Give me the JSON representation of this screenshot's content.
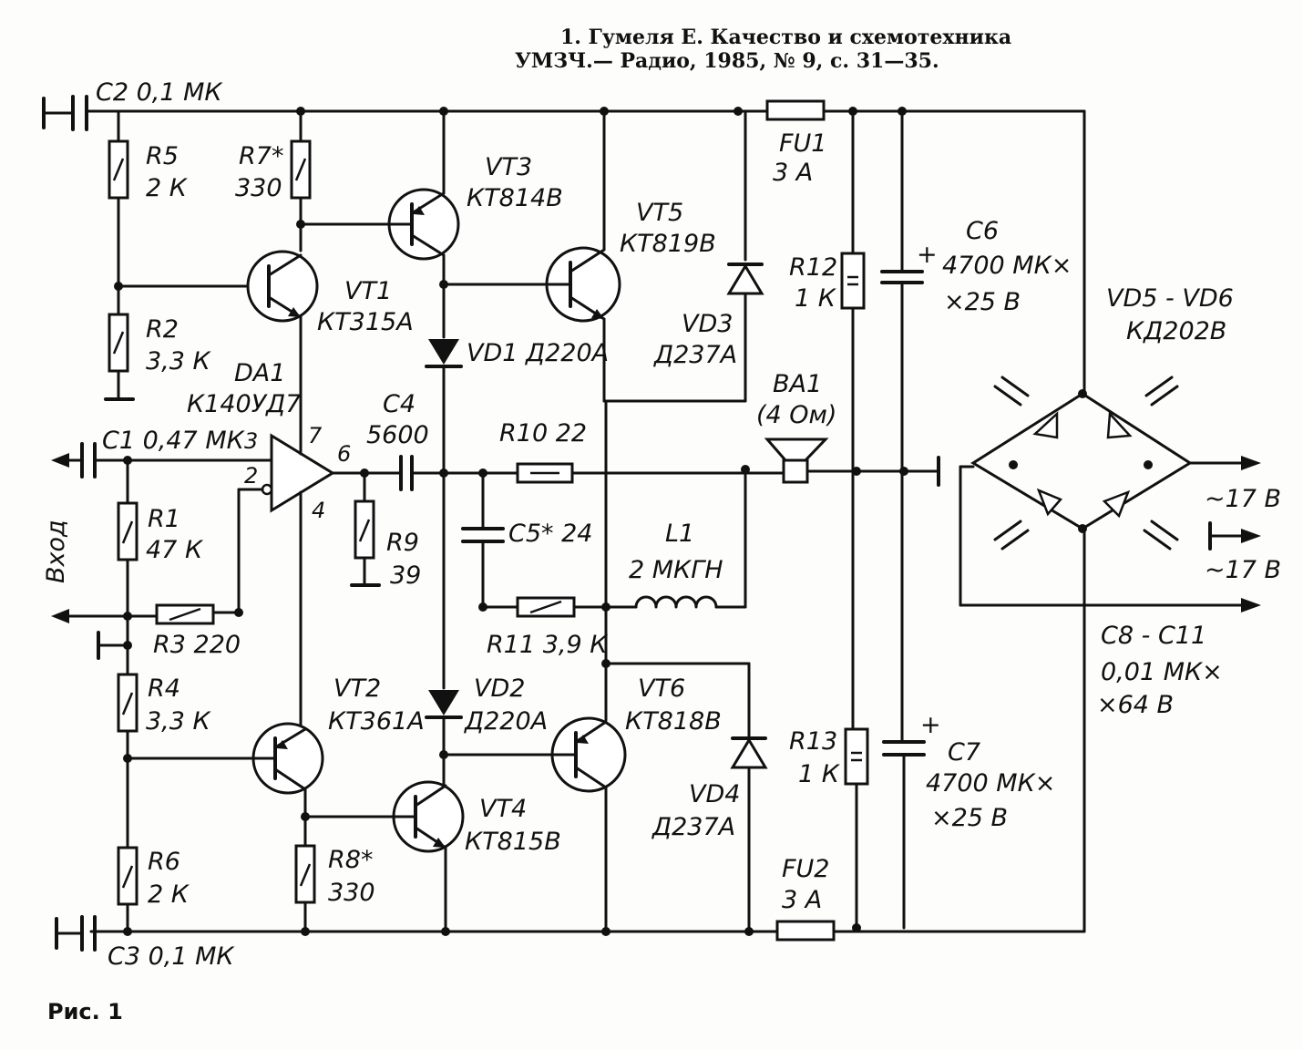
{
  "header": {
    "line1": "1. Гумеля  Е.  Качество  и  схемотехника",
    "line2": "УМЗЧ.— Радио, 1985, № 9, с. 31—35."
  },
  "figure_caption": "Рис. 1",
  "input_label": "Вход",
  "components": {
    "c2": "C2  0,1 МК",
    "c3": "C3  0,1 МК",
    "c1": "C1 0,47 МК",
    "r5": [
      "R5",
      "2 К"
    ],
    "r2": [
      "R2",
      "3,3 К"
    ],
    "r7": [
      "R7*",
      "330"
    ],
    "r8": [
      "R8*",
      "330"
    ],
    "r1": [
      "R1",
      "47 К"
    ],
    "r3": "R3  220",
    "r4": [
      "R4",
      "3,3 К"
    ],
    "r6": [
      "R6",
      "2 К"
    ],
    "r9": [
      "R9",
      "39"
    ],
    "r10": "R10  22",
    "r11": "R11 3,9 К",
    "r12": [
      "R12",
      "1 К"
    ],
    "r13": [
      "R13",
      "1 К"
    ],
    "c4": [
      "C4",
      "5600"
    ],
    "c5": "C5* 24",
    "l1": [
      "L1",
      "2 МКГН"
    ],
    "da1": [
      "DA1",
      "К140УД7"
    ],
    "da1_pins": [
      "3",
      "2",
      "7",
      "6",
      "4"
    ],
    "vt1": [
      "VT1",
      "КТ315А"
    ],
    "vt2": [
      "VT2",
      "КТ361А"
    ],
    "vt3": [
      "VT3",
      "КТ814В"
    ],
    "vt4": [
      "VT4",
      "КТ815В"
    ],
    "vt5": [
      "VT5",
      "КТ819В"
    ],
    "vt6": [
      "VT6",
      "КТ818В"
    ],
    "vd1": "VD1  Д220А",
    "vd2": [
      "VD2",
      "Д220А"
    ],
    "vd3": [
      "VD3",
      "Д237А"
    ],
    "vd4": [
      "VD4",
      "Д237А"
    ],
    "ba1": [
      "BA1",
      "(4 Ом)"
    ],
    "fu1": [
      "FU1",
      "3 А"
    ],
    "fu2": [
      "FU2",
      "3 А"
    ],
    "c6": [
      "C6",
      "4700 МК×",
      "×25 В"
    ],
    "c7": [
      "C7",
      "4700 МК×",
      "×25 В"
    ],
    "vd5": [
      "VD5 - VD6",
      "КД202В"
    ],
    "c8": [
      "C8 - C11",
      "0,01 МК×",
      "×64 В"
    ],
    "ac1": "~17 В",
    "ac2": "~17 В",
    "plus1": "+",
    "plus2": "+"
  }
}
